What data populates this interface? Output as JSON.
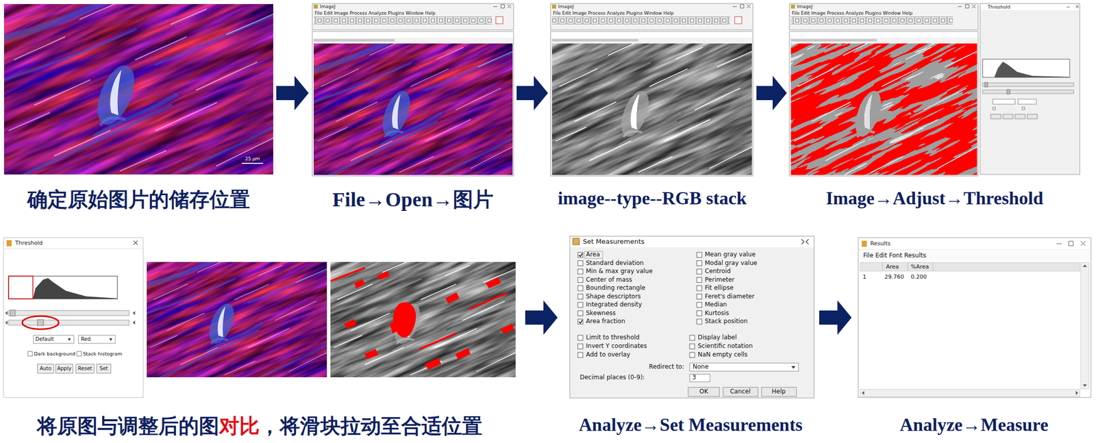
{
  "diagram": {
    "nodes": [
      {
        "text": [
          "确定原始图片的储存位置"
        ]
      },
      {
        "text": [
          "File→Open→图片"
        ]
      },
      {
        "text": [
          "image--type--RGB stack"
        ]
      },
      {
        "text": [
          "Image→Adjust→Threshold"
        ]
      },
      {
        "text": [
          "将原图与调整后的图对比，将滑块拉动至合适位置"
        ]
      },
      {
        "text": [
          "Analyze→Set Measurements"
        ]
      },
      {
        "text": [
          "Analyze→Measure"
        ]
      }
    ],
    "edges": [
      {
        "from": 0,
        "to": 1,
        "arrow": "to"
      },
      {
        "from": 1,
        "to": 2,
        "arrow": "to"
      },
      {
        "from": 2,
        "to": 3,
        "arrow": "to"
      },
      {
        "from": 4,
        "to": 5,
        "arrow": "to"
      },
      {
        "from": 5,
        "to": 6,
        "arrow": "to"
      }
    ],
    "labels": [
      "25 μm",
      "ImageJ",
      "File Edit Image Process Analyze Plugins Window Help",
      "ImageJ",
      "File Edit Image Process Analyze Plugins Window Help",
      "ImageJ",
      "File Edit Image Process Analyze Plugins Window Help",
      "Threshold",
      "Threshold",
      "Default",
      "Red",
      "Dark background",
      "Stack histogram",
      "Auto",
      "Apply",
      "Reset",
      "Set",
      "Set Measurements",
      "Area",
      "Mean gray value",
      "Standard deviation",
      "Modal gray value",
      "Min & max gray value",
      "Centroid",
      "Center of mass",
      "Perimeter",
      "Bounding rectangle",
      "Fit ellipse",
      "Shape descriptors",
      "Feret's diameter",
      "Integrated density",
      "Median",
      "Skewness",
      "Kurtosis",
      "Area fraction",
      "Stack position",
      "Limit to threshold",
      "Display label",
      "Invert Y coordinates",
      "Scientific notation",
      "Add to overlay",
      "NaN empty cells",
      "Redirect to:",
      "None",
      "Decimal places (0-9):",
      "3",
      "OK",
      "Cancel",
      "Help",
      "Results",
      "File Edit Font Results",
      "Area",
      "%Area",
      "1",
      "29.760",
      "0.200"
    ]
  }
}
